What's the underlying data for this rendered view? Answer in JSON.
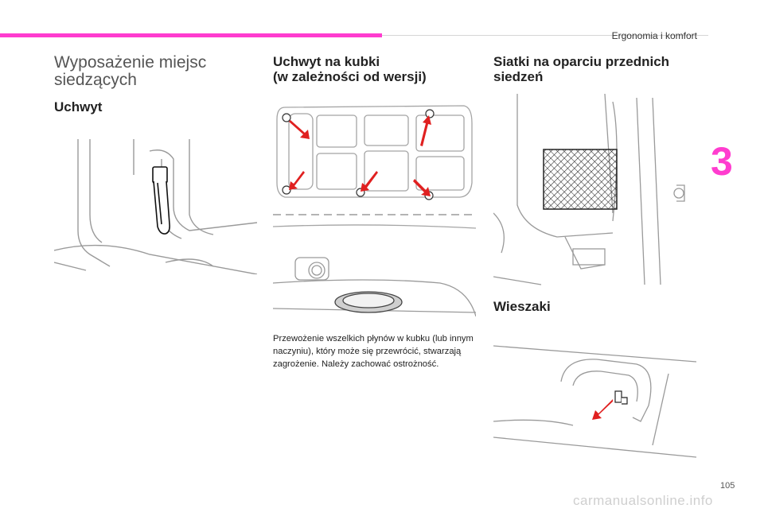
{
  "header": {
    "section": "Ergonomia i komfort"
  },
  "chapter_number": "3",
  "page_title": "Wyposażenie miejsc siedzących",
  "sections": {
    "uchwyt": {
      "heading": "Uchwyt"
    },
    "kubki": {
      "heading_line1": "Uchwyt na kubki",
      "heading_line2": "(w zależności od wersji)"
    },
    "siatki": {
      "heading_line1": "Siatki na oparciu przednich",
      "heading_line2": "siedzeń"
    },
    "wieszaki": {
      "heading": "Wieszaki"
    }
  },
  "note": "Przewożenie wszelkich płynów w kubku (lub innym naczyniu), który może się przewrócić, stwarzają zagrożenie. Należy zachować ostrożność.",
  "page_number": "105",
  "watermark": "carmanualsonline.info",
  "colors": {
    "accent": "#ff3ccf",
    "arrow": "#e02020"
  }
}
